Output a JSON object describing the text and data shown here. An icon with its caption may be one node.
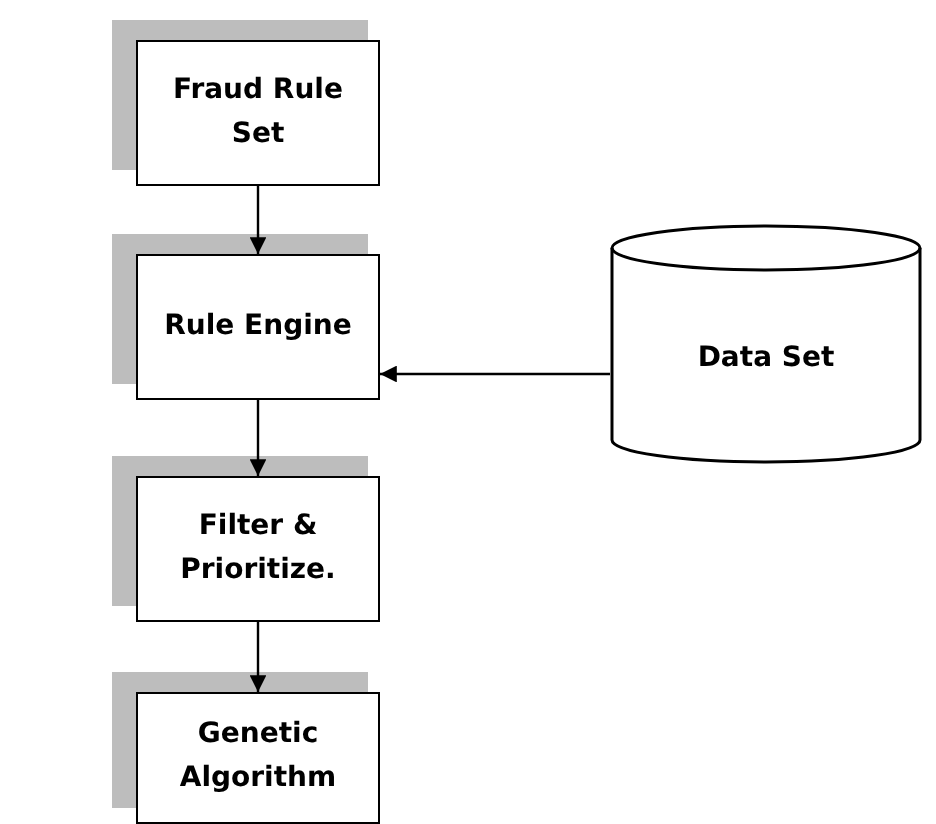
{
  "diagram": {
    "nodes": [
      {
        "text": [
          "Fraud Rule Set"
        ]
      },
      {
        "text": [
          "Rule Engine"
        ]
      },
      {
        "text": [
          "Filter & Prioritize."
        ]
      },
      {
        "text": [
          "Genetic Algorithm"
        ]
      },
      {
        "text": [
          "Data Set"
        ]
      }
    ],
    "edges": [
      {
        "from": 0,
        "to": 1,
        "arrow": "to"
      },
      {
        "from": 1,
        "to": 2,
        "arrow": "to"
      },
      {
        "from": 2,
        "to": 3,
        "arrow": "to"
      },
      {
        "from": 4,
        "to": 1,
        "arrow": "to"
      }
    ]
  }
}
